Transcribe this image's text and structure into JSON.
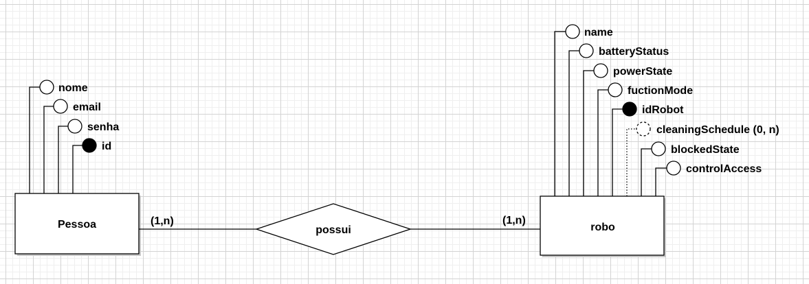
{
  "entities": {
    "pessoa": {
      "name": "Pessoa",
      "attributes": [
        {
          "label": "nome",
          "type": "regular"
        },
        {
          "label": "email",
          "type": "regular"
        },
        {
          "label": "senha",
          "type": "regular"
        },
        {
          "label": "id",
          "type": "key"
        }
      ]
    },
    "robo": {
      "name": "robo",
      "attributes": [
        {
          "label": "name",
          "type": "regular"
        },
        {
          "label": "batteryStatus",
          "type": "regular"
        },
        {
          "label": "powerState",
          "type": "regular"
        },
        {
          "label": "fuctionMode",
          "type": "regular"
        },
        {
          "label": "idRobot",
          "type": "key"
        },
        {
          "label": "cleaningSchedule (0, n)",
          "type": "multivalued"
        },
        {
          "label": "blockedState",
          "type": "regular"
        },
        {
          "label": "controlAccess",
          "type": "regular"
        }
      ]
    }
  },
  "relationship": {
    "name": "possui",
    "left_cardinality": "(1,n)",
    "right_cardinality": "(1,n)"
  }
}
